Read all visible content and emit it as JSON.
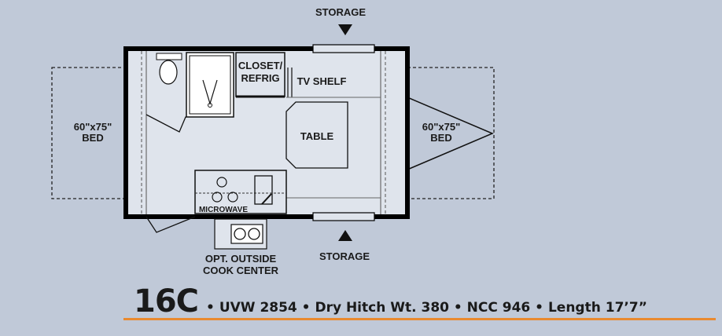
{
  "labels": {
    "storage_top": "STORAGE",
    "storage_bottom": "STORAGE",
    "bed_left_size": "60\"x75\"",
    "bed_left_name": "BED",
    "bed_right_size": "60\"x75\"",
    "bed_right_name": "BED",
    "closet_line1": "CLOSET/",
    "closet_line2": "REFRIG",
    "tv_shelf": "TV SHELF",
    "table": "TABLE",
    "microwave": "MICROWAVE",
    "cook_center_line1": "OPT. OUTSIDE",
    "cook_center_line2": "COOK CENTER"
  },
  "footer": {
    "model": "16C",
    "specs": "• UVW 2854 • Dry Hitch Wt. 380 • NCC 946 • Length 17’7”"
  },
  "colors": {
    "background": "#c0c9d8",
    "interior": "#dfe4ec",
    "wall": "#000000",
    "accent_underline": "#e98a2f"
  }
}
